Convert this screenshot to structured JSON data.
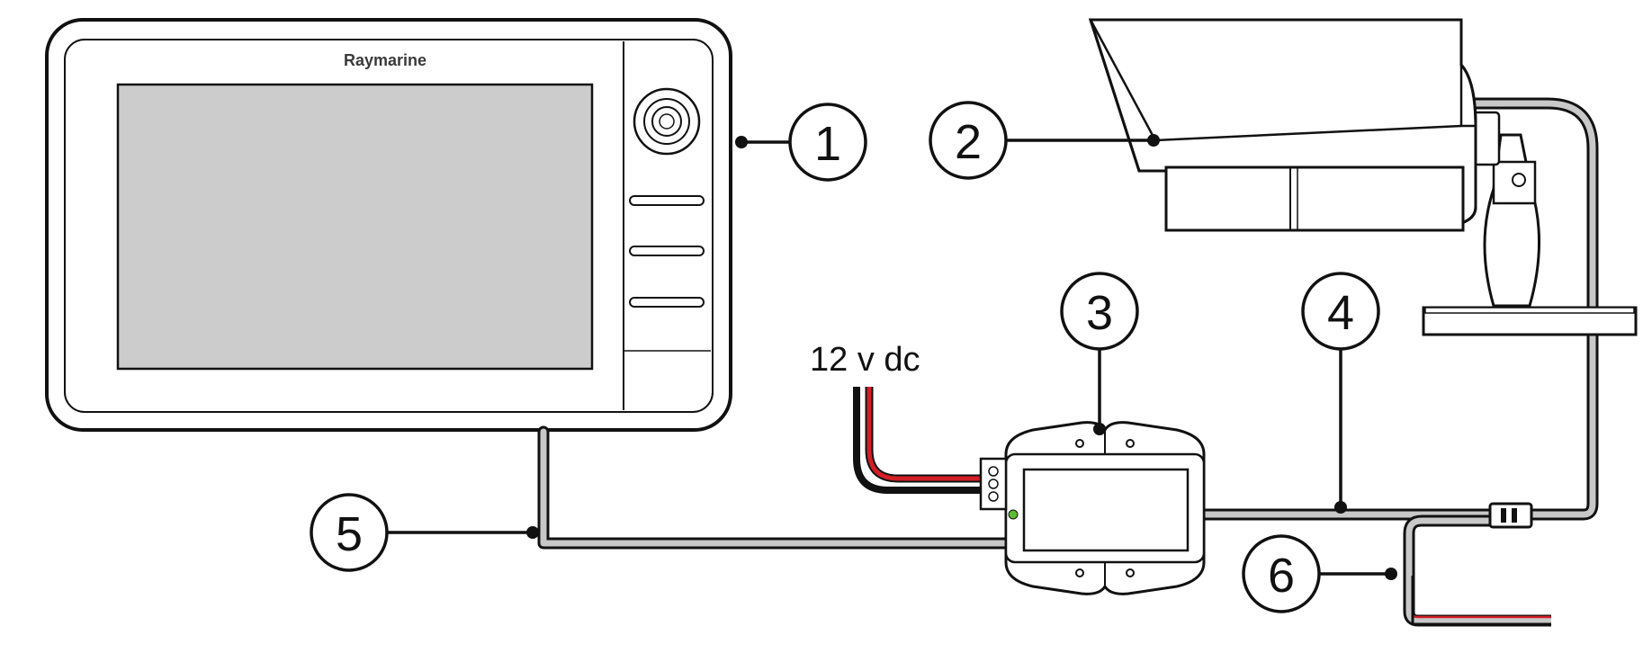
{
  "display": {
    "brand": "Raymarine"
  },
  "power_label": "12 v dc",
  "callouts": [
    {
      "number": "1"
    },
    {
      "number": "2"
    },
    {
      "number": "3"
    },
    {
      "number": "4"
    },
    {
      "number": "5"
    },
    {
      "number": "6"
    }
  ],
  "colors": {
    "outline": "#111111",
    "cable_grey": "#c8c8c8",
    "screen_grey": "#cccccc",
    "power_red": "#d21f26",
    "led_green": "#5dbb2f"
  }
}
